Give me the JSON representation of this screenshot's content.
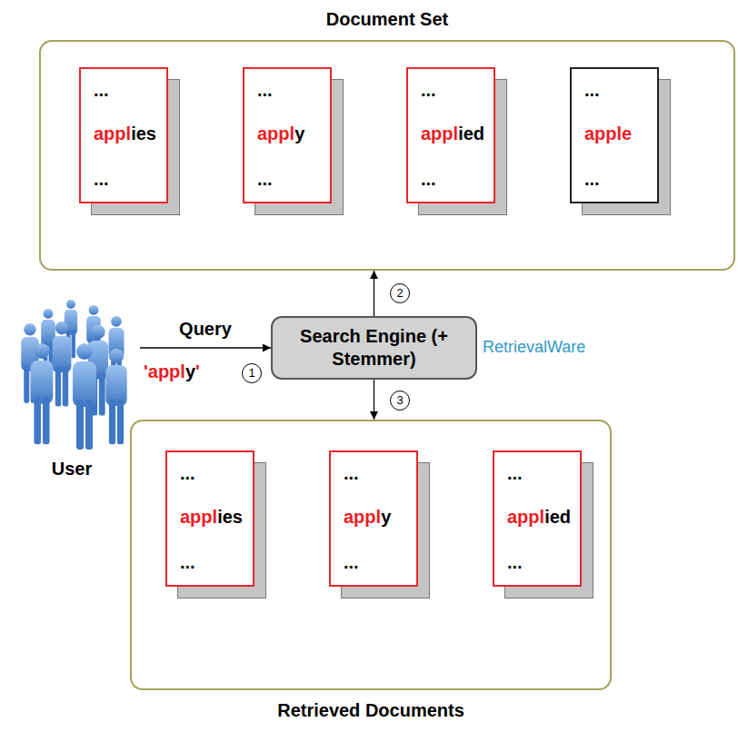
{
  "diagram": {
    "nodes": [
      {
        "text": [
          "Document Set"
        ]
      },
      {
        "text": [
          "...",
          "applies",
          "..."
        ],
        "in": 0
      },
      {
        "text": [
          "...",
          "apply",
          "..."
        ],
        "in": 0
      },
      {
        "text": [
          "...",
          "applied",
          "..."
        ],
        "in": 0
      },
      {
        "text": [
          "...",
          "apple",
          "..."
        ],
        "in": 0
      },
      {
        "text": [
          "User"
        ]
      },
      {
        "text": [
          "Search Engine (+ Stemmer)"
        ]
      },
      {
        "text": [
          "Retrieved Documents"
        ]
      },
      {
        "text": [
          "...",
          "applies",
          "..."
        ],
        "in": 7
      },
      {
        "text": [
          "...",
          "apply",
          "..."
        ],
        "in": 7
      },
      {
        "text": [
          "...",
          "applied",
          "..."
        ],
        "in": 7
      }
    ],
    "edges": [
      {
        "from": 5,
        "to": 6,
        "arrow": "to",
        "label": "Query"
      },
      {
        "from": 6,
        "to": 0,
        "arrow": "to"
      },
      {
        "from": 6,
        "to": 7,
        "arrow": "to"
      }
    ],
    "labels": [
      "'apply'",
      "1",
      "RetrievalWare",
      "2",
      "3"
    ]
  }
}
